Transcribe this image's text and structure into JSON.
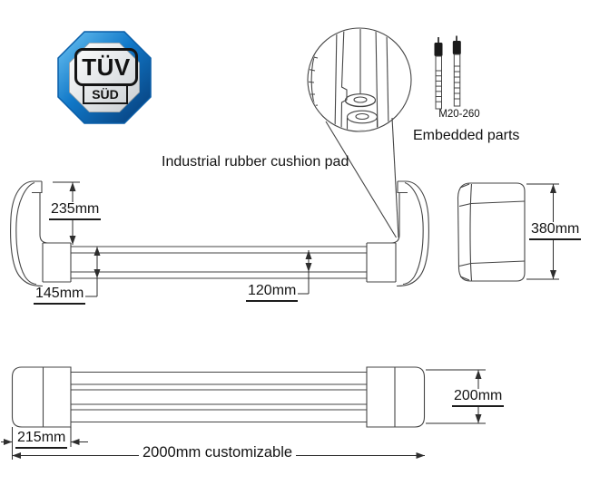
{
  "logo": {
    "top": "TÜV",
    "bottom": "SÜD"
  },
  "callout": {
    "label": "Industrial rubber cushion pad"
  },
  "embedded_parts": {
    "bolt_spec": "M20-260",
    "label": "Embedded parts"
  },
  "dimensions": {
    "hook_height": "235mm",
    "end_section_height": "145mm",
    "tube_height": "120mm",
    "side_view_height": "380mm",
    "end_block_width": "215mm",
    "plan_block_depth": "200mm",
    "overall_length": "2000mm customizable"
  },
  "colors": {
    "drawing_line": "#454545",
    "dimension_line": "#2e2e2e",
    "text": "#141414",
    "logo_blue_light": "#6ec6f5",
    "logo_blue": "#1178c8",
    "logo_blue_dark": "#063a75"
  }
}
